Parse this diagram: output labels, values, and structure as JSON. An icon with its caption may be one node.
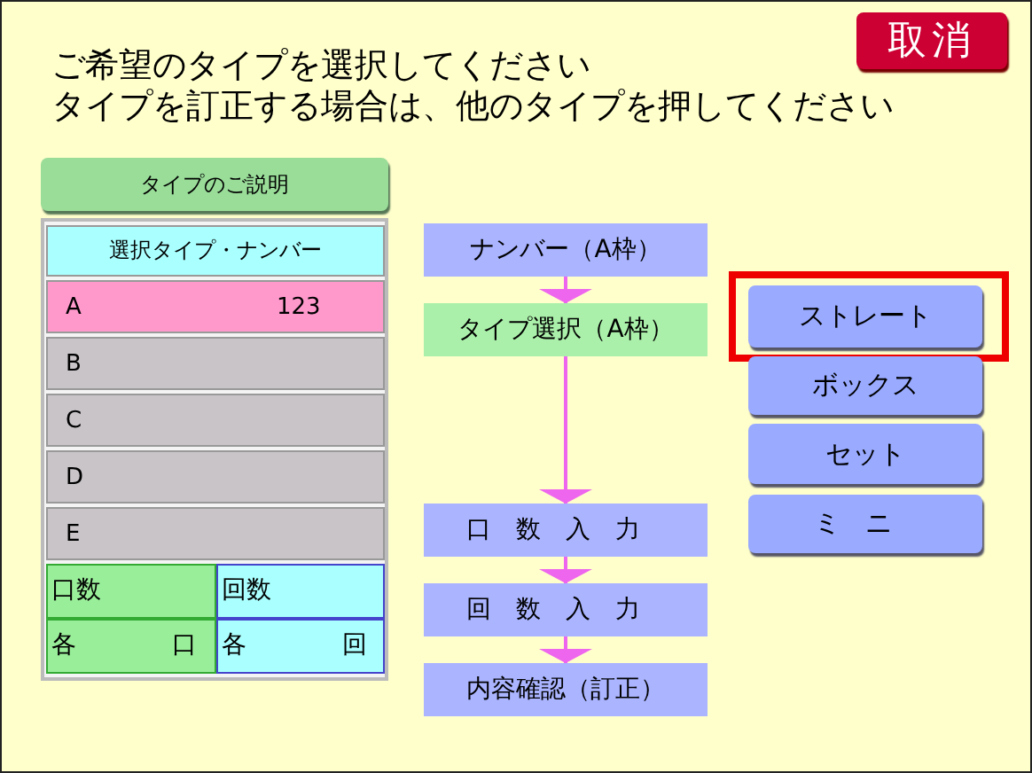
{
  "diagram": {
    "nodes": [
      {
        "text": [
          "ナンバー（A枠）"
        ]
      },
      {
        "text": [
          "タイプ選択（A枠）"
        ]
      },
      {
        "text": [
          "口数入力"
        ]
      },
      {
        "text": [
          "回数入力"
        ]
      },
      {
        "text": [
          "内容確認（訂正）"
        ]
      }
    ],
    "edges": [
      {
        "from": 0,
        "to": 1,
        "arrow": "to"
      },
      {
        "from": 1,
        "to": 2,
        "arrow": "to"
      },
      {
        "from": 2,
        "to": 3,
        "arrow": "to"
      },
      {
        "from": 3,
        "to": 4,
        "arrow": "to"
      }
    ],
    "labels": [
      "取消",
      "ご希望のタイプを選択してください",
      "タイプを訂正する場合は、他のタイプを押してください",
      "タイプのご説明",
      "選択タイプ・ナンバー",
      "A",
      "123",
      "B",
      "C",
      "D",
      "E",
      "口数",
      "回数",
      "各",
      "口",
      "各",
      "回",
      "ストレート",
      "ボックス",
      "セット",
      "ミニ"
    ]
  }
}
